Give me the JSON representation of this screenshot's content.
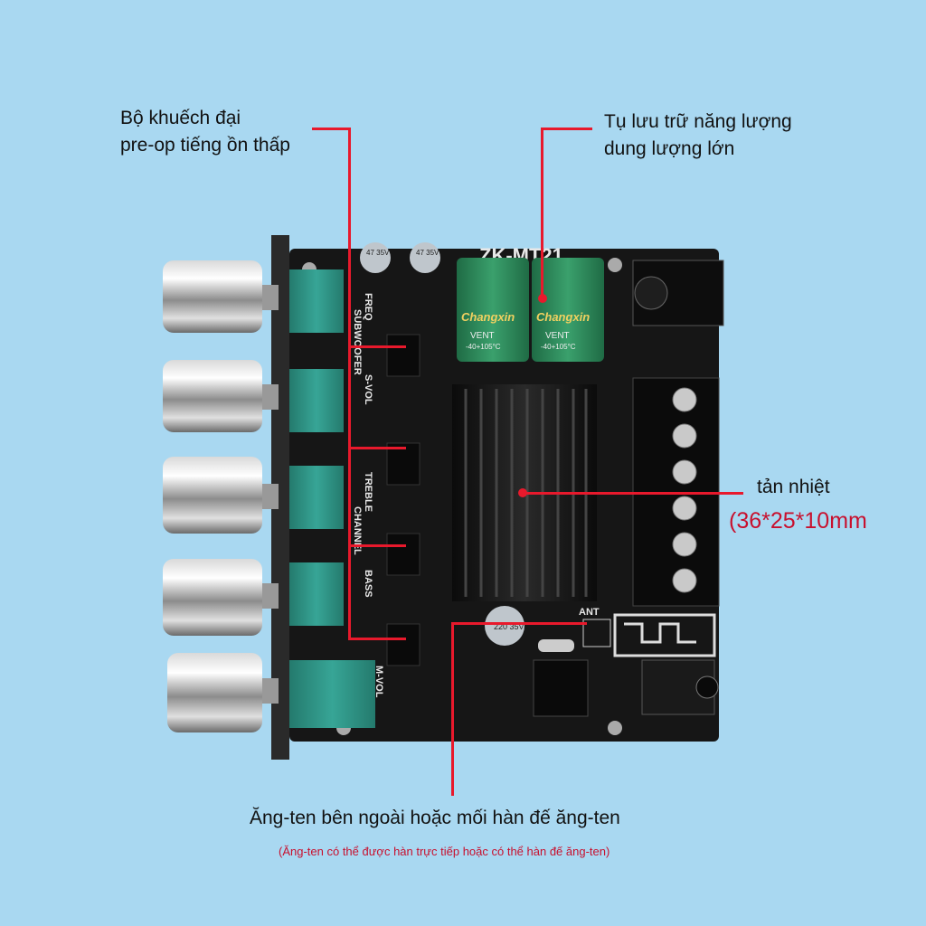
{
  "annotations": {
    "preamp_line1": "Bộ khuếch đại",
    "preamp_line2": "pre-op tiếng ồn thấp",
    "capacitor_line1": "Tụ lưu trữ năng lượng",
    "capacitor_line2": "dung lượng lớn",
    "heatsink_label": "tản nhiệt",
    "heatsink_size": "(36*25*10mm",
    "antenna_label": "Ăng-ten bên ngoài hoặc mối hàn đế ăng-ten",
    "antenna_note": "(Ăng-ten có thể được hàn trực tiếp hoặc có thể hàn đế ăng-ten)"
  },
  "board": {
    "model": "ZK-MT21",
    "cap_brand": "Changxin",
    "cap_vent": "VENT",
    "cap_temp": "-40+105°C",
    "small_cap_1": "47 35V",
    "small_cap_2": "47 35V",
    "cap_220": "220 35V",
    "ant_label": "ANT",
    "knob_labels": [
      "FREQ",
      "SUBWOOFER",
      "S-VOL",
      "TREBLE",
      "CHANNEL",
      "BASS",
      "M-VOL"
    ]
  },
  "colors": {
    "background": "#a9d8f1",
    "pointer": "#e8192c",
    "pcb": "#161616",
    "capacitor": "#2f8a5c",
    "potentiometer": "#2e9484"
  }
}
